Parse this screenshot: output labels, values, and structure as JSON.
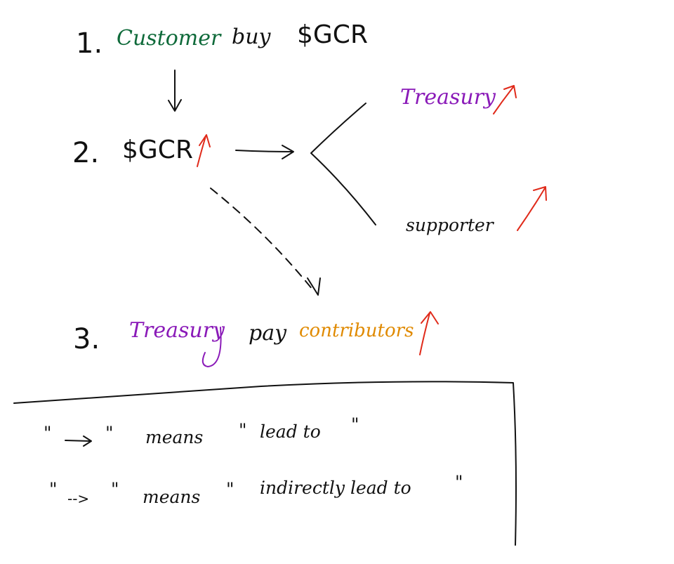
{
  "steps": [
    {
      "number": "1.",
      "parts": [
        {
          "text": "Customer",
          "color": "#0f6a3a"
        },
        {
          "text": "buy",
          "color": "#111111"
        },
        {
          "text": "$GCR",
          "color": "#111111"
        }
      ]
    },
    {
      "number": "2.",
      "parts": [
        {
          "text": "$GCR",
          "color": "#111111"
        }
      ],
      "trend": "up"
    },
    {
      "number": "3.",
      "parts": [
        {
          "text": "Treasury",
          "color": "#8a1ab8"
        },
        {
          "text": "pay",
          "color": "#111111"
        },
        {
          "text": "contributors",
          "color": "#e08a00"
        }
      ],
      "trend": "up"
    }
  ],
  "branches": [
    {
      "text": "Treasury",
      "color": "#8a1ab8",
      "trend": "up"
    },
    {
      "text": "supporter",
      "color": "#111111",
      "trend": "up"
    }
  ],
  "legend": [
    {
      "symbol": "→",
      "quote_open": "\"",
      "quote_close": "\"",
      "means": "means",
      "meaning_open": "\"",
      "meaning": "lead to",
      "meaning_close": "\""
    },
    {
      "symbol": "-->",
      "quote_open": "\"",
      "quote_close": "\"",
      "means": "means",
      "meaning_open": "\"",
      "meaning": "indirectly lead to",
      "meaning_close": "\""
    }
  ],
  "colors": {
    "ink": "#111111",
    "trend_arrow": "#e02a1a"
  }
}
